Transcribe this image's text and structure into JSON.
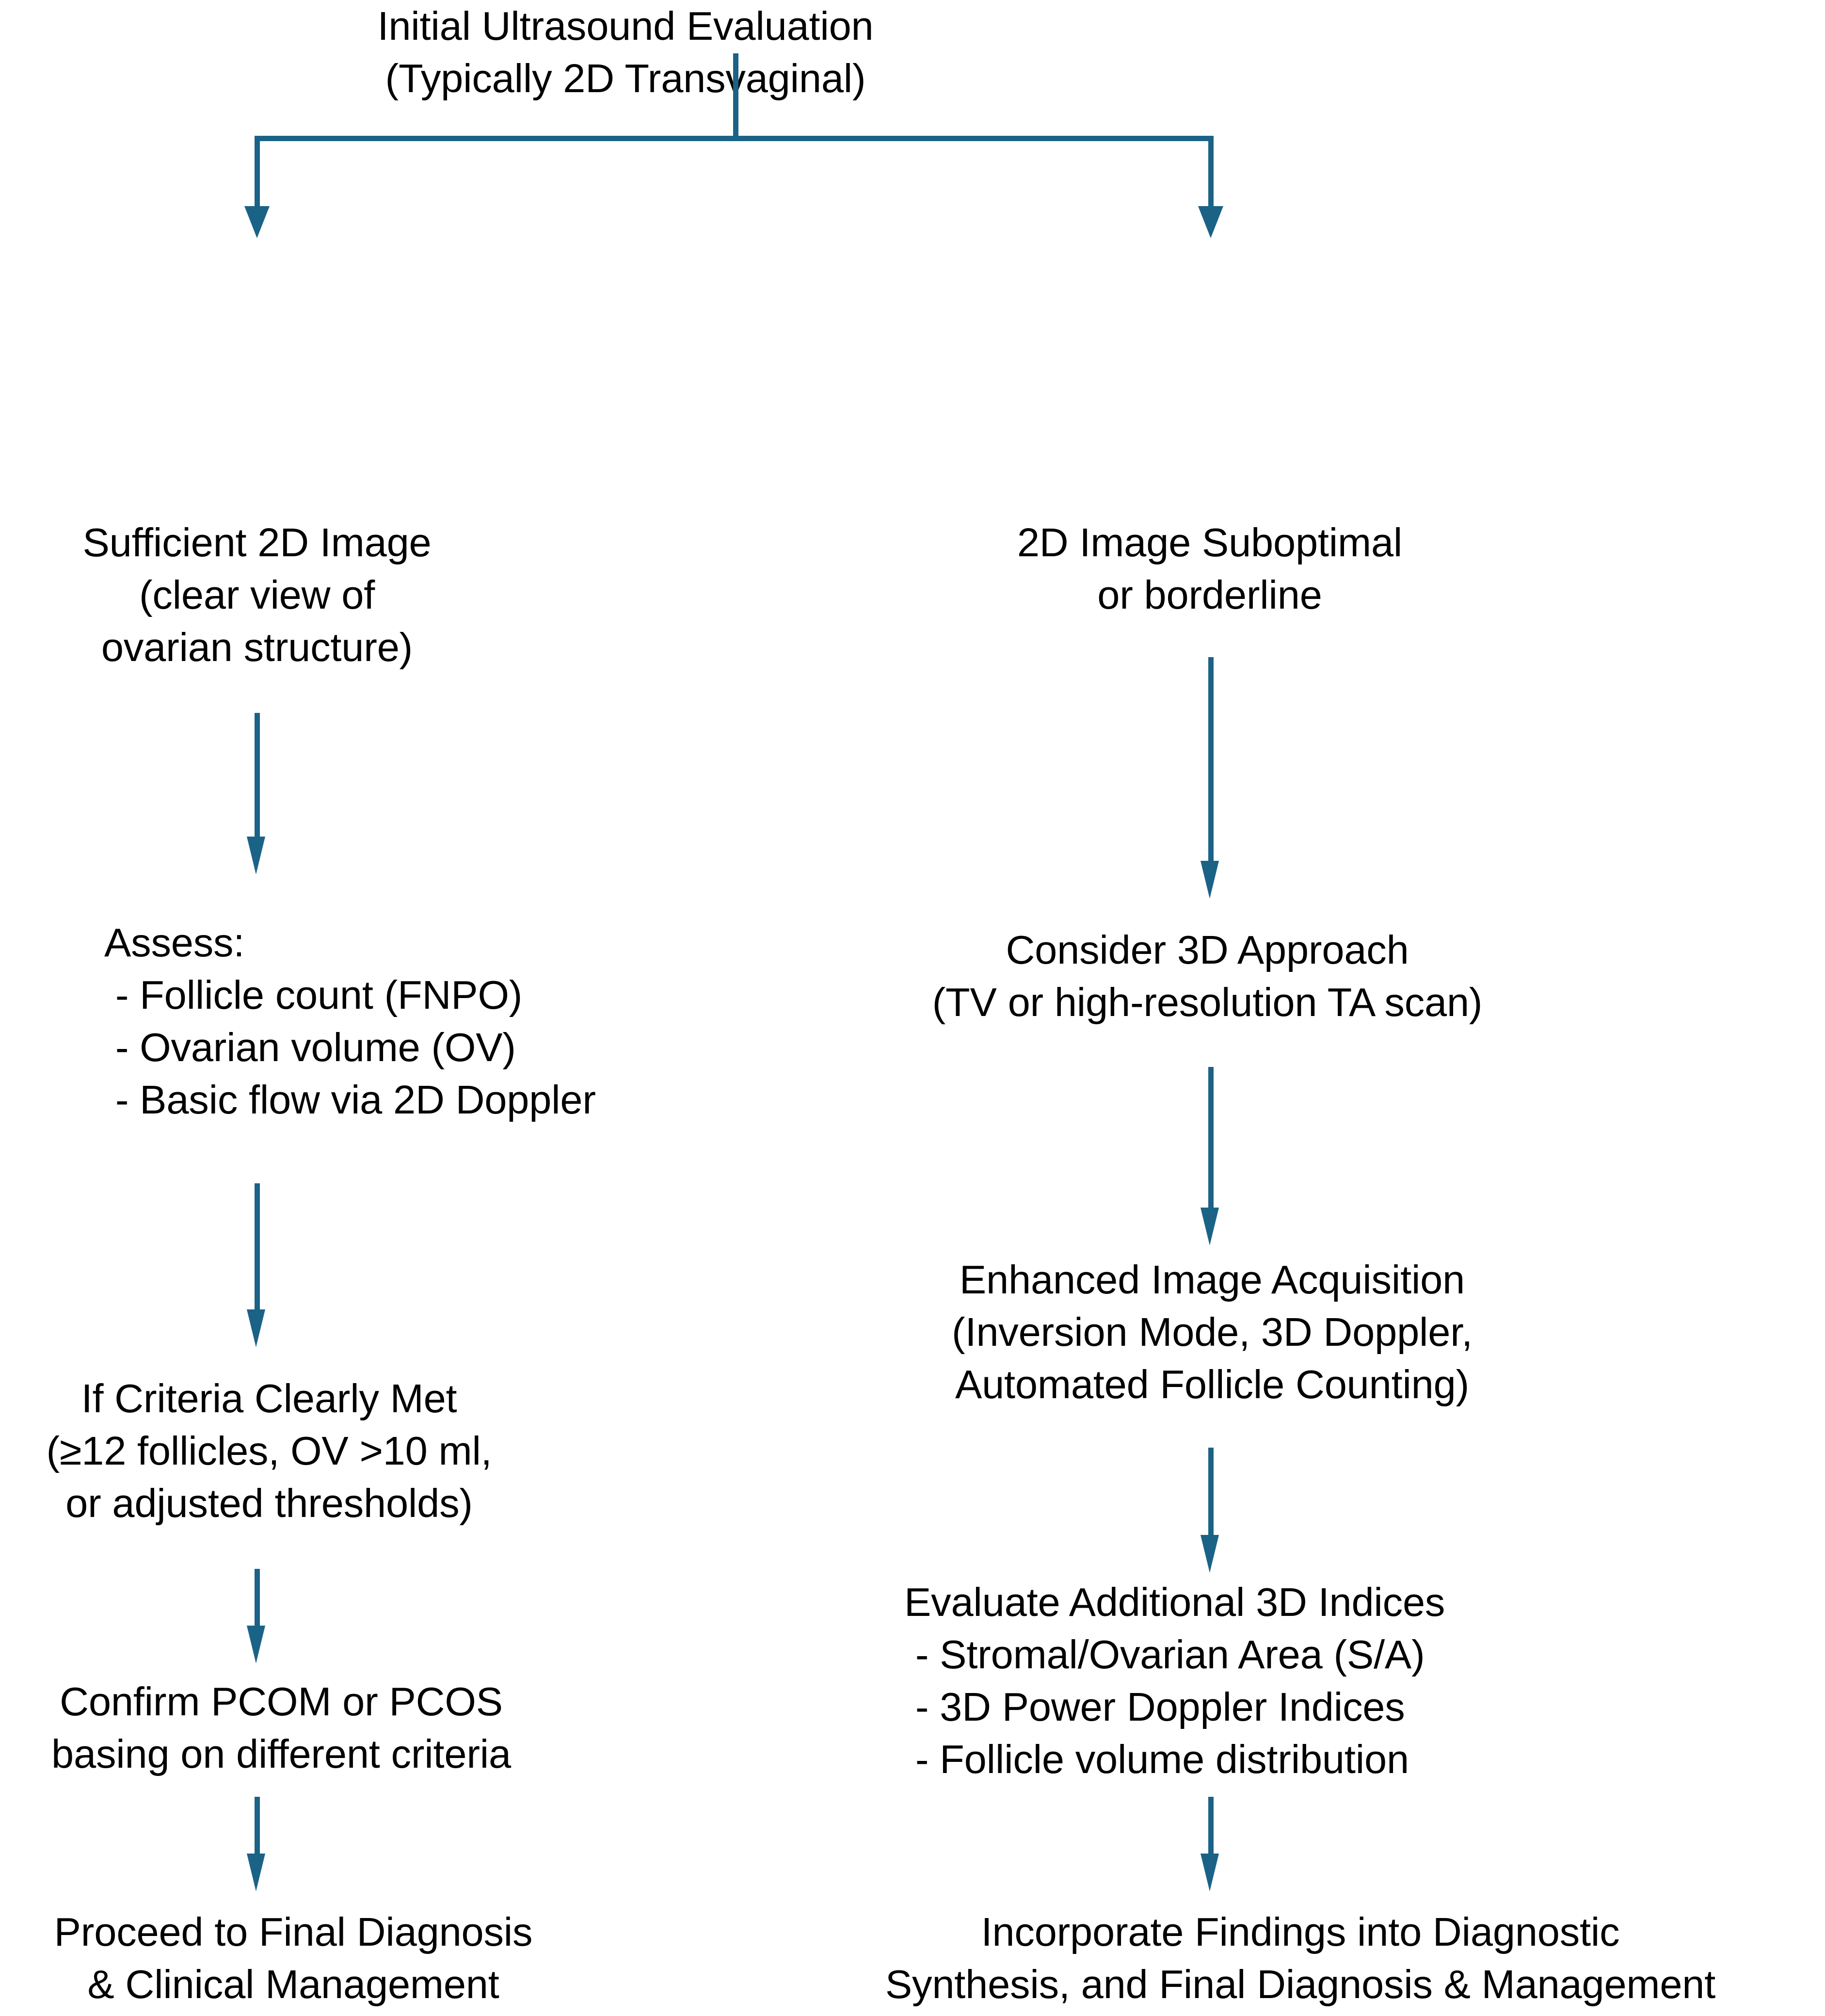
{
  "diagram": {
    "title": "Ultrasound Evaluation Pathway for PCOM/PCOS",
    "accent_color": "#1b6287",
    "text_color": "#000000",
    "background_color": "#ffffff",
    "nodes": {
      "root": "Initial Ultrasound Evaluation\n(Typically 2D Transvaginal)",
      "left_1": "Sufficient 2D Image\n(clear view of\novarian structure)",
      "left_2": "Assess:\n - Follicle count (FNPO)\n - Ovarian volume (OV)\n - Basic flow via 2D Doppler",
      "left_3": "If Criteria Clearly Met\n(≥12 follicles, OV >10 ml,\nor adjusted thresholds)",
      "left_4": "Confirm PCOM or PCOS\nbasing on different criteria",
      "left_5": "Proceed to Final Diagnosis\n& Clinical Management",
      "right_1": "2D Image Suboptimal\nor borderline",
      "right_2": "Consider 3D Approach\n(TV or high-resolution TA scan)",
      "right_3": "Enhanced Image Acquisition\n(Inversion Mode, 3D Doppler,\nAutomated Follicle Counting)",
      "right_4": "Evaluate Additional 3D Indices\n - Stromal/Ovarian Area (S/A)\n - 3D Power Doppler Indices\n - Follicle volume distribution",
      "right_5": "Incorporate Findings into Diagnostic\nSynthesis, and Final Diagnosis & Management"
    }
  }
}
